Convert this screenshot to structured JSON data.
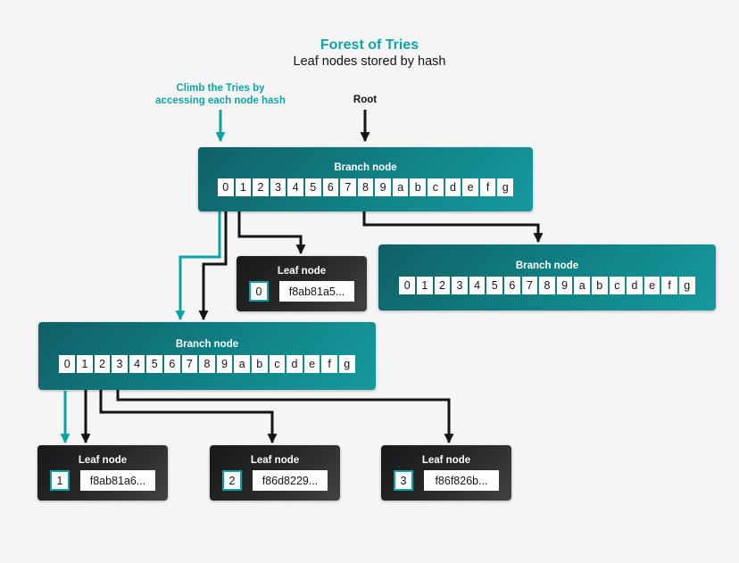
{
  "title": "Forest of Tries",
  "subtitle": "Leaf nodes stored by hash",
  "annotations": {
    "climb_line1": "Climb the Tries by",
    "climb_line2": "accessing each node hash",
    "root_label": "Root"
  },
  "cells": [
    "0",
    "1",
    "2",
    "3",
    "4",
    "5",
    "6",
    "7",
    "8",
    "9",
    "a",
    "b",
    "c",
    "d",
    "e",
    "f",
    "g"
  ],
  "nodes": {
    "branch_top": {
      "label": "Branch node"
    },
    "branch_right": {
      "label": "Branch node"
    },
    "branch_mid": {
      "label": "Branch node"
    },
    "leaf_0": {
      "label": "Leaf node",
      "index": "0",
      "hash": "f8ab81a5..."
    },
    "leaf_1": {
      "label": "Leaf node",
      "index": "1",
      "hash": "f8ab81a6..."
    },
    "leaf_2": {
      "label": "Leaf node",
      "index": "2",
      "hash": "f86d8229..."
    },
    "leaf_3": {
      "label": "Leaf node",
      "index": "3",
      "hash": "f86f826b..."
    }
  },
  "edges": [
    {
      "from": "climb-annotation",
      "to": "branch-top",
      "color": "teal"
    },
    {
      "from": "root-annotation",
      "to": "branch-top",
      "color": "black"
    },
    {
      "from": "branch-top",
      "to": "branch-mid",
      "color": "teal"
    },
    {
      "from": "branch-top.cell-0",
      "to": "branch-mid",
      "color": "black"
    },
    {
      "from": "branch-top.cell-1",
      "to": "leaf-0",
      "color": "black"
    },
    {
      "from": "branch-top.cell-8",
      "to": "branch-right",
      "color": "black"
    },
    {
      "from": "branch-mid",
      "to": "leaf-1",
      "color": "teal"
    },
    {
      "from": "branch-mid.cell-1",
      "to": "leaf-1",
      "color": "black"
    },
    {
      "from": "branch-mid.cell-2",
      "to": "leaf-2",
      "color": "black"
    },
    {
      "from": "branch-mid.cell-3",
      "to": "leaf-3",
      "color": "black"
    }
  ],
  "colors": {
    "accent_teal": "#0ba2a5",
    "title_teal": "#0fa3a7",
    "branch_gradient_dark": "#106066",
    "branch_gradient_light": "#169a9d",
    "leaf_gradient_dark": "#181818",
    "leaf_gradient_light": "#424242",
    "arrow_black": "#141414",
    "background": "#f5f5f6",
    "cell_background": "#ffffff"
  }
}
